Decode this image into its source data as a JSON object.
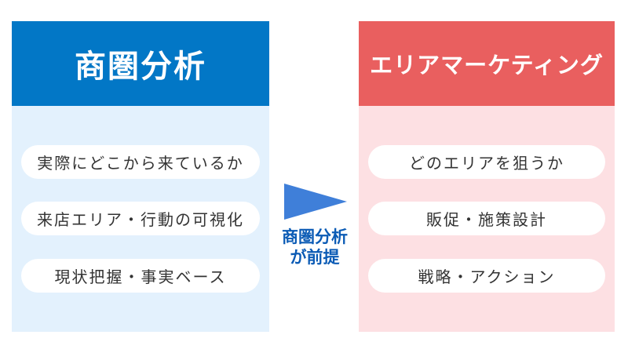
{
  "colors": {
    "left_header": "#0277c6",
    "left_body": "#e3f1fd",
    "right_header": "#e95f5f",
    "right_body": "#fde0e3",
    "arrow": "#3f7fd9",
    "caption": "#0b5bb5"
  },
  "left_panel": {
    "title": "商圏分析",
    "items": [
      {
        "label": "実際にどこから来ているか"
      },
      {
        "label": "来店エリア・行動の可視化"
      },
      {
        "label": "現状把握・事実ベース"
      }
    ]
  },
  "connector": {
    "icon": "right-triangle-arrow",
    "caption_line1": "商圏分析",
    "caption_line2": "が前提"
  },
  "right_panel": {
    "title": "エリアマーケティング",
    "items": [
      {
        "label": "どのエリアを狙うか"
      },
      {
        "label": "販促・施策設計"
      },
      {
        "label": "戦略・アクション"
      }
    ]
  }
}
